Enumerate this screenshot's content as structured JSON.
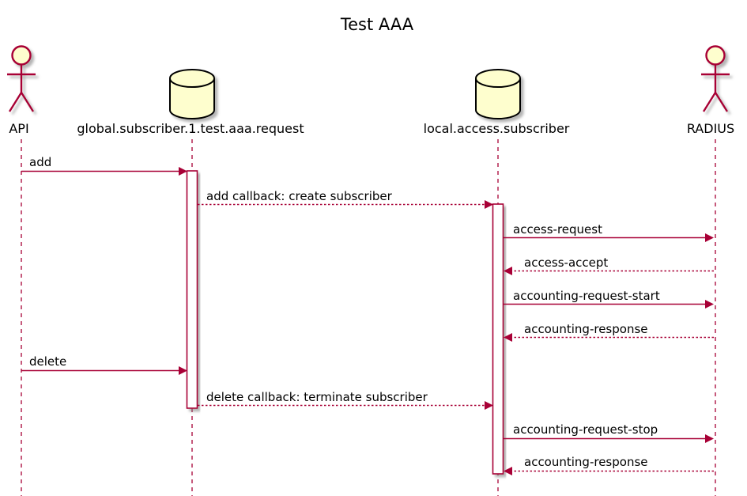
{
  "title": "Test AAA",
  "diagram_type": "sequence",
  "colors": {
    "accent": "#A80036",
    "shape_fill": "#FEFECE",
    "activation_fill": "#FFFFFF",
    "text": "#000000",
    "background": "#FFFFFF"
  },
  "participants": [
    {
      "name": "API",
      "type": "actor"
    },
    {
      "name": "global.subscriber.1.test.aaa.request",
      "type": "database"
    },
    {
      "name": "local.access.subscriber",
      "type": "database"
    },
    {
      "name": "RADIUS",
      "type": "actor"
    }
  ],
  "messages": [
    {
      "label": "add",
      "from": "API",
      "to": "global.subscriber.1.test.aaa.request",
      "line": "solid"
    },
    {
      "label": "add callback: create subscriber",
      "from": "global.subscriber.1.test.aaa.request",
      "to": "local.access.subscriber",
      "line": "dotted"
    },
    {
      "label": "access-request",
      "from": "local.access.subscriber",
      "to": "RADIUS",
      "line": "solid"
    },
    {
      "label": "access-accept",
      "from": "RADIUS",
      "to": "local.access.subscriber",
      "line": "dotted"
    },
    {
      "label": "accounting-request-start",
      "from": "local.access.subscriber",
      "to": "RADIUS",
      "line": "solid"
    },
    {
      "label": "accounting-response",
      "from": "RADIUS",
      "to": "local.access.subscriber",
      "line": "dotted"
    },
    {
      "label": "delete",
      "from": "API",
      "to": "global.subscriber.1.test.aaa.request",
      "line": "solid"
    },
    {
      "label": "delete callback: terminate subscriber",
      "from": "global.subscriber.1.test.aaa.request",
      "to": "local.access.subscriber",
      "line": "dotted"
    },
    {
      "label": "accounting-request-stop",
      "from": "local.access.subscriber",
      "to": "RADIUS",
      "line": "solid"
    },
    {
      "label": "accounting-response",
      "from": "RADIUS",
      "to": "local.access.subscriber",
      "line": "dotted"
    }
  ],
  "activations": [
    {
      "participant": "global.subscriber.1.test.aaa.request"
    },
    {
      "participant": "local.access.subscriber"
    }
  ]
}
